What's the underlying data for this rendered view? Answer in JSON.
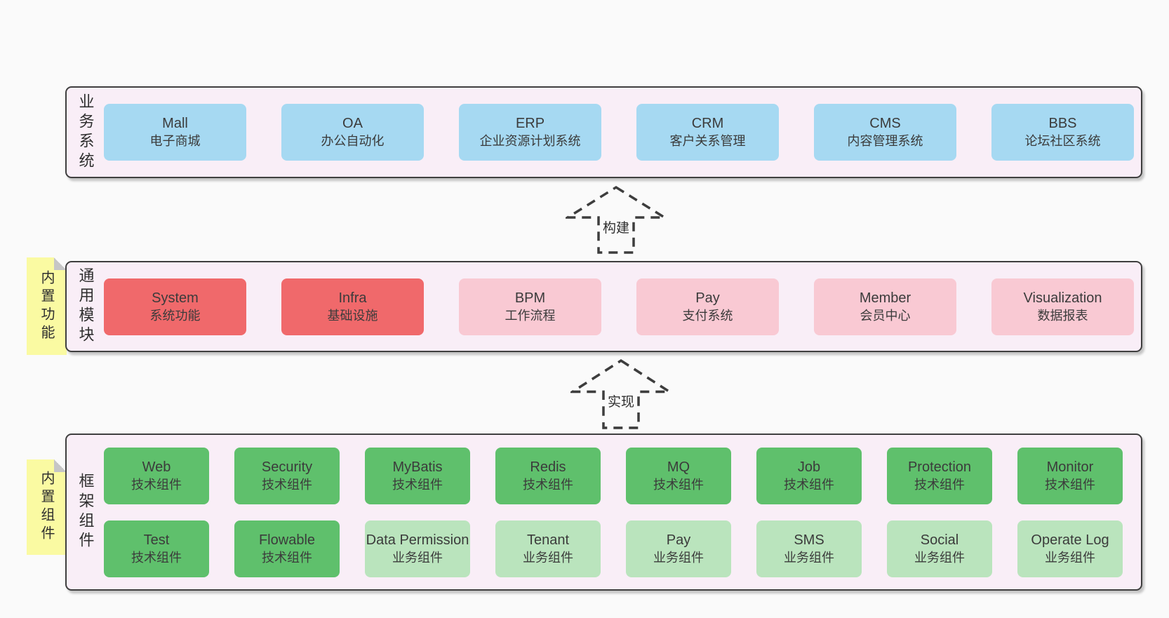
{
  "colors": {
    "page_bg": "#fafafa",
    "layer_bg": "#f9eef7",
    "layer_border": "#3f3f3f",
    "text": "#3b3b3b",
    "blue": "#a6d9f2",
    "red": "#f0696b",
    "pink": "#f9c9d3",
    "green": "#5fc06c",
    "green_light": "#bae4bd",
    "note_bg": "#fafaa2",
    "note_fold": "#c6c6c6",
    "arrow": "#3d3d3d"
  },
  "arrows": [
    {
      "label": "构建"
    },
    {
      "label": "实现"
    }
  ],
  "layers": [
    {
      "label": "业务系统",
      "tag": null,
      "rows": [
        [
          {
            "name": "Mall",
            "desc": "电子商城",
            "color": "blue"
          },
          {
            "name": "OA",
            "desc": "办公自动化",
            "color": "blue"
          },
          {
            "name": "ERP",
            "desc": "企业资源计划系统",
            "color": "blue"
          },
          {
            "name": "CRM",
            "desc": "客户关系管理",
            "color": "blue"
          },
          {
            "name": "CMS",
            "desc": "内容管理系统",
            "color": "blue"
          },
          {
            "name": "BBS",
            "desc": "论坛社区系统",
            "color": "blue"
          }
        ]
      ]
    },
    {
      "label": "通用模块",
      "tag": "内置功能",
      "rows": [
        [
          {
            "name": "System",
            "desc": "系统功能",
            "color": "red"
          },
          {
            "name": "Infra",
            "desc": "基础设施",
            "color": "red"
          },
          {
            "name": "BPM",
            "desc": "工作流程",
            "color": "pink"
          },
          {
            "name": "Pay",
            "desc": "支付系统",
            "color": "pink"
          },
          {
            "name": "Member",
            "desc": "会员中心",
            "color": "pink"
          },
          {
            "name": "Visualization",
            "desc": "数据报表",
            "color": "pink"
          }
        ]
      ]
    },
    {
      "label": "框架组件",
      "tag": "内置组件",
      "rows": [
        [
          {
            "name": "Web",
            "desc": "技术组件",
            "color": "green"
          },
          {
            "name": "Security",
            "desc": "技术组件",
            "color": "green"
          },
          {
            "name": "MyBatis",
            "desc": "技术组件",
            "color": "green"
          },
          {
            "name": "Redis",
            "desc": "技术组件",
            "color": "green"
          },
          {
            "name": "MQ",
            "desc": "技术组件",
            "color": "green"
          },
          {
            "name": "Job",
            "desc": "技术组件",
            "color": "green"
          },
          {
            "name": "Protection",
            "desc": "技术组件",
            "color": "green"
          },
          {
            "name": "Monitor",
            "desc": "技术组件",
            "color": "green"
          }
        ],
        [
          {
            "name": "Test",
            "desc": "技术组件",
            "color": "green"
          },
          {
            "name": "Flowable",
            "desc": "技术组件",
            "color": "green"
          },
          {
            "name": "Data Permission",
            "desc": "业务组件",
            "color": "green_light"
          },
          {
            "name": "Tenant",
            "desc": "业务组件",
            "color": "green_light"
          },
          {
            "name": "Pay",
            "desc": "业务组件",
            "color": "green_light"
          },
          {
            "name": "SMS",
            "desc": "业务组件",
            "color": "green_light"
          },
          {
            "name": "Social",
            "desc": "业务组件",
            "color": "green_light"
          },
          {
            "name": "Operate Log",
            "desc": "业务组件",
            "color": "green_light"
          }
        ]
      ]
    }
  ]
}
